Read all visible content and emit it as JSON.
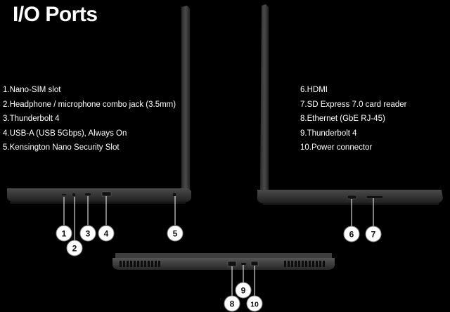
{
  "title": "I/O Ports",
  "ports_left": [
    "1.Nano-SIM slot",
    "2.Headphone / microphone combo jack (3.5mm)",
    "3.Thunderbolt 4",
    "4.USB-A (USB 5Gbps), Always On",
    "5.Kensington Nano Security Slot"
  ],
  "ports_right": [
    "6.HDMI",
    "7.SD Express 7.0 card reader",
    "8.Ethernet (GbE RJ-45)",
    "9.Thunderbolt 4",
    "10.Power connector"
  ],
  "callouts": [
    "1",
    "2",
    "3",
    "4",
    "5",
    "6",
    "7",
    "8",
    "9",
    "10"
  ],
  "colors": {
    "background": "#000000",
    "text": "#ffffff",
    "laptop_body": "#3a3a3a",
    "callout_fill": "#ffffff"
  }
}
